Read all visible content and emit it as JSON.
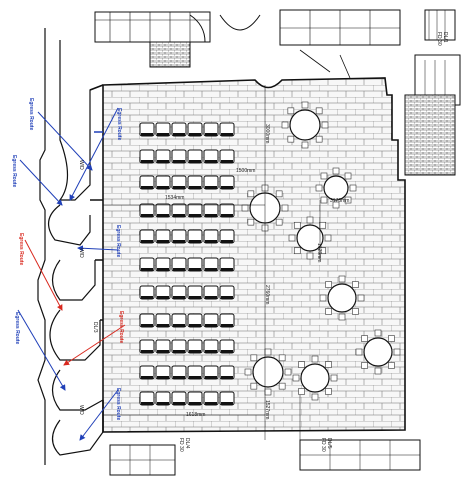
{
  "plan": {
    "labels": {
      "egress_1": "Egress Route",
      "egress_2": "Egress Route",
      "egress_3": "Egress Route",
      "egress_4": "Egress Route",
      "egress_5": "Egress Route",
      "egress_6": "Egress Route",
      "egress_7": "Egress Route",
      "egress_8": "Egress Route",
      "door_1": "W/D",
      "door_2": "W/D",
      "door_3": "DL/3",
      "door_4": "W/D",
      "dim_top": "3000mm",
      "dim_mid1": "1534mm",
      "dim_mid2": "1500mm",
      "dim_right1": "3175mm",
      "dim_right2": "1625mm",
      "dim_long": "2760mm",
      "dim_bottom1": "1618mm",
      "dim_bottom2": "1527mm",
      "corner_tl": "DL/1\nFD 30",
      "corner_bl": "DL/4\nFD 30",
      "corner_br": "DL/5\nFD 30"
    },
    "colors": {
      "line": "#1a1a1a",
      "egress_blue": "#1f3fb8",
      "egress_red": "#d9291f"
    }
  }
}
